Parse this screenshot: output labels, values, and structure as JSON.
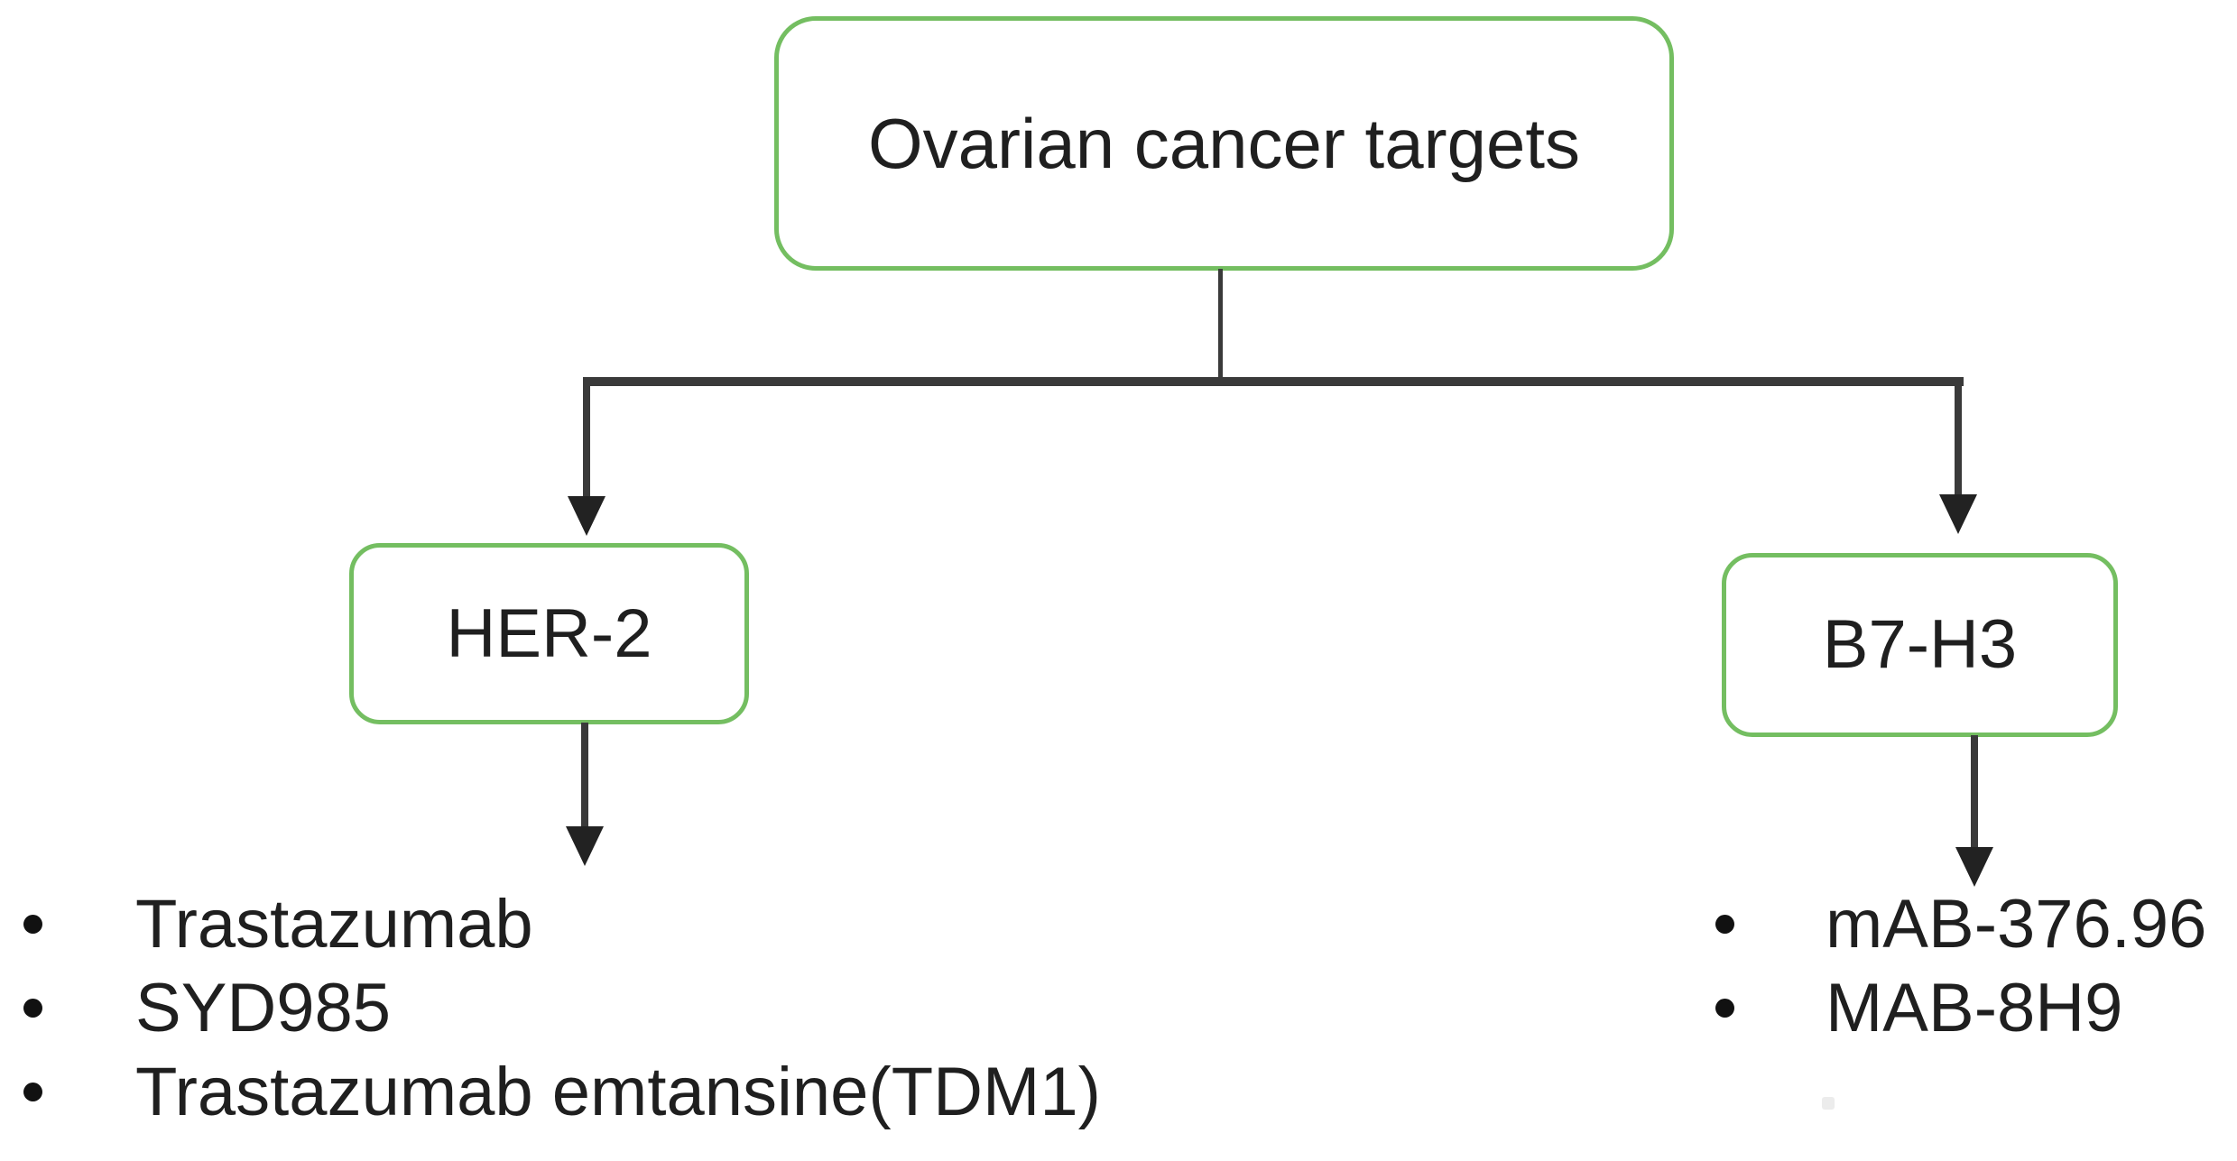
{
  "diagram": {
    "root": {
      "label": "Ovarian cancer targets"
    },
    "children": [
      {
        "label": "HER-2",
        "items": [
          "Trastazumab",
          "SYD985",
          "Trastazumab emtansine(TDM1)"
        ]
      },
      {
        "label": "B7-H3",
        "items": [
          "mAB-376.96",
          "MAB-8H9"
        ]
      }
    ],
    "colors": {
      "node_border": "#74be61",
      "connector": "#3a3a3a",
      "arrowhead": "#222222",
      "text": "#1f1f1f",
      "background": "#ffffff"
    }
  }
}
